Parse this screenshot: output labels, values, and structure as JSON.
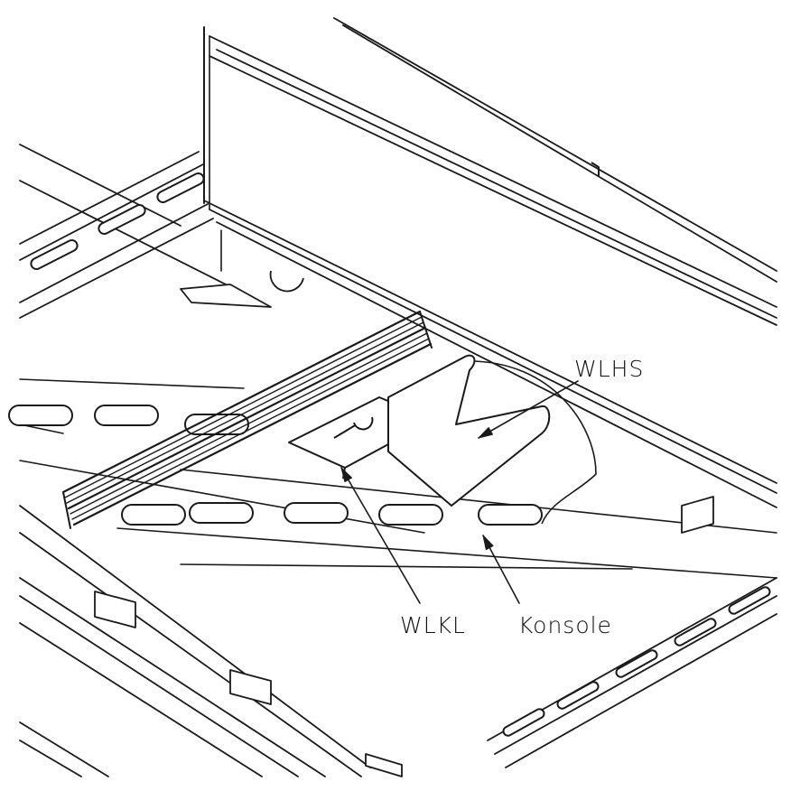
{
  "labels": {
    "wlhs": "WLHS",
    "wlkl": "WLKL",
    "konsole": "Konsole"
  },
  "colors": {
    "line": "#1a1a1a",
    "background": "#ffffff"
  }
}
